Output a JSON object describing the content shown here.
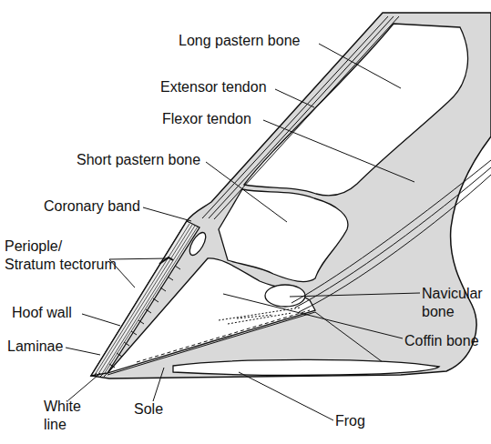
{
  "diagram": {
    "labels": [
      "Long pastern bone",
      "Extensor tendon",
      "Flexor tendon",
      "Short pastern bone",
      "Coronary band",
      "Periople/ Stratum tectorum",
      "Navicular bone",
      "Hoof wall",
      "Coffin bone",
      "Laminae",
      "White line",
      "Sole",
      "Frog"
    ]
  }
}
